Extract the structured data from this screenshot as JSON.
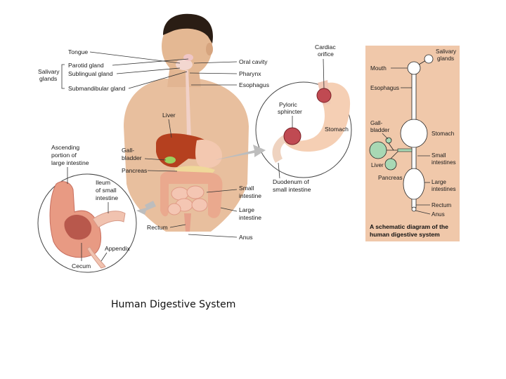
{
  "anatomy": {
    "tongue": "Tongue",
    "salivary_glands": "Salivary glands",
    "parotid": "Parotid gland",
    "sublingual": "Sublingual gland",
    "submandibular": "Submandibular gland",
    "oral_cavity": "Oral cavity",
    "pharynx": "Pharynx",
    "esophagus": "Esophagus",
    "liver": "Liver",
    "gallbladder": "Gall- bladder",
    "pancreas": "Pancreas",
    "small_intestine": "Small intestine",
    "large_intestine": "Large intestine",
    "rectum": "Rectum",
    "anus": "Anus"
  },
  "stomach_inset": {
    "cardiac_orifice": "Cardiac orifice",
    "pyloric_sphincter": "Pyloric sphincter",
    "stomach": "Stomach",
    "duodenum": "Duodenum of small intestine"
  },
  "intestine_inset": {
    "ascending": "Ascending portion of large intestine",
    "ileum": "Ileum of small intestine",
    "appendix": "Appendix",
    "cecum": "Cecum"
  },
  "schematic": {
    "salivary_glands": "Salivary glands",
    "mouth": "Mouth",
    "esophagus": "Esophagus",
    "gallbladder": "Gall- bladder",
    "stomach": "Stomach",
    "liver": "Liver",
    "small_intestines": "Small intestines",
    "pancreas": "Pancreas",
    "large_intestines": "Large intestines",
    "rectum": "Rectum",
    "anus": "Anus",
    "title_line1": "A schematic diagram of the",
    "title_line2": "human digestive system"
  },
  "caption": "Human Digestive System",
  "colors": {
    "skin": "#e8bf9e",
    "panel_bg": "#f0c8aa",
    "schematic_green": "#a8d8b4",
    "liver": "#b5401f"
  }
}
